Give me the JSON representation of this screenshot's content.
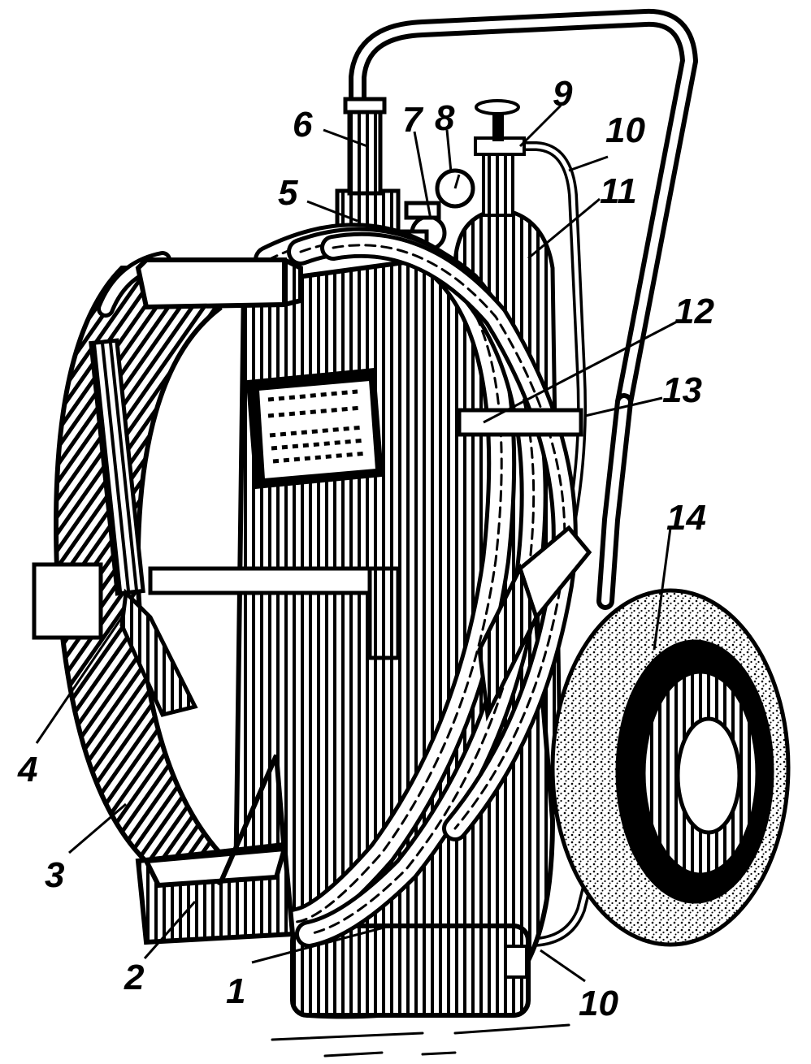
{
  "labels": {
    "l1": "1",
    "l2": "2",
    "l3": "3",
    "l4": "4",
    "l5": "5",
    "l6": "6",
    "l7": "7",
    "l8": "8",
    "l9": "9",
    "l10_top": "10",
    "l11": "11",
    "l12": "12",
    "l13": "13",
    "l14": "14",
    "l10_bottom": "10"
  },
  "colors": {
    "ink": "#000000",
    "paper": "#ffffff"
  }
}
